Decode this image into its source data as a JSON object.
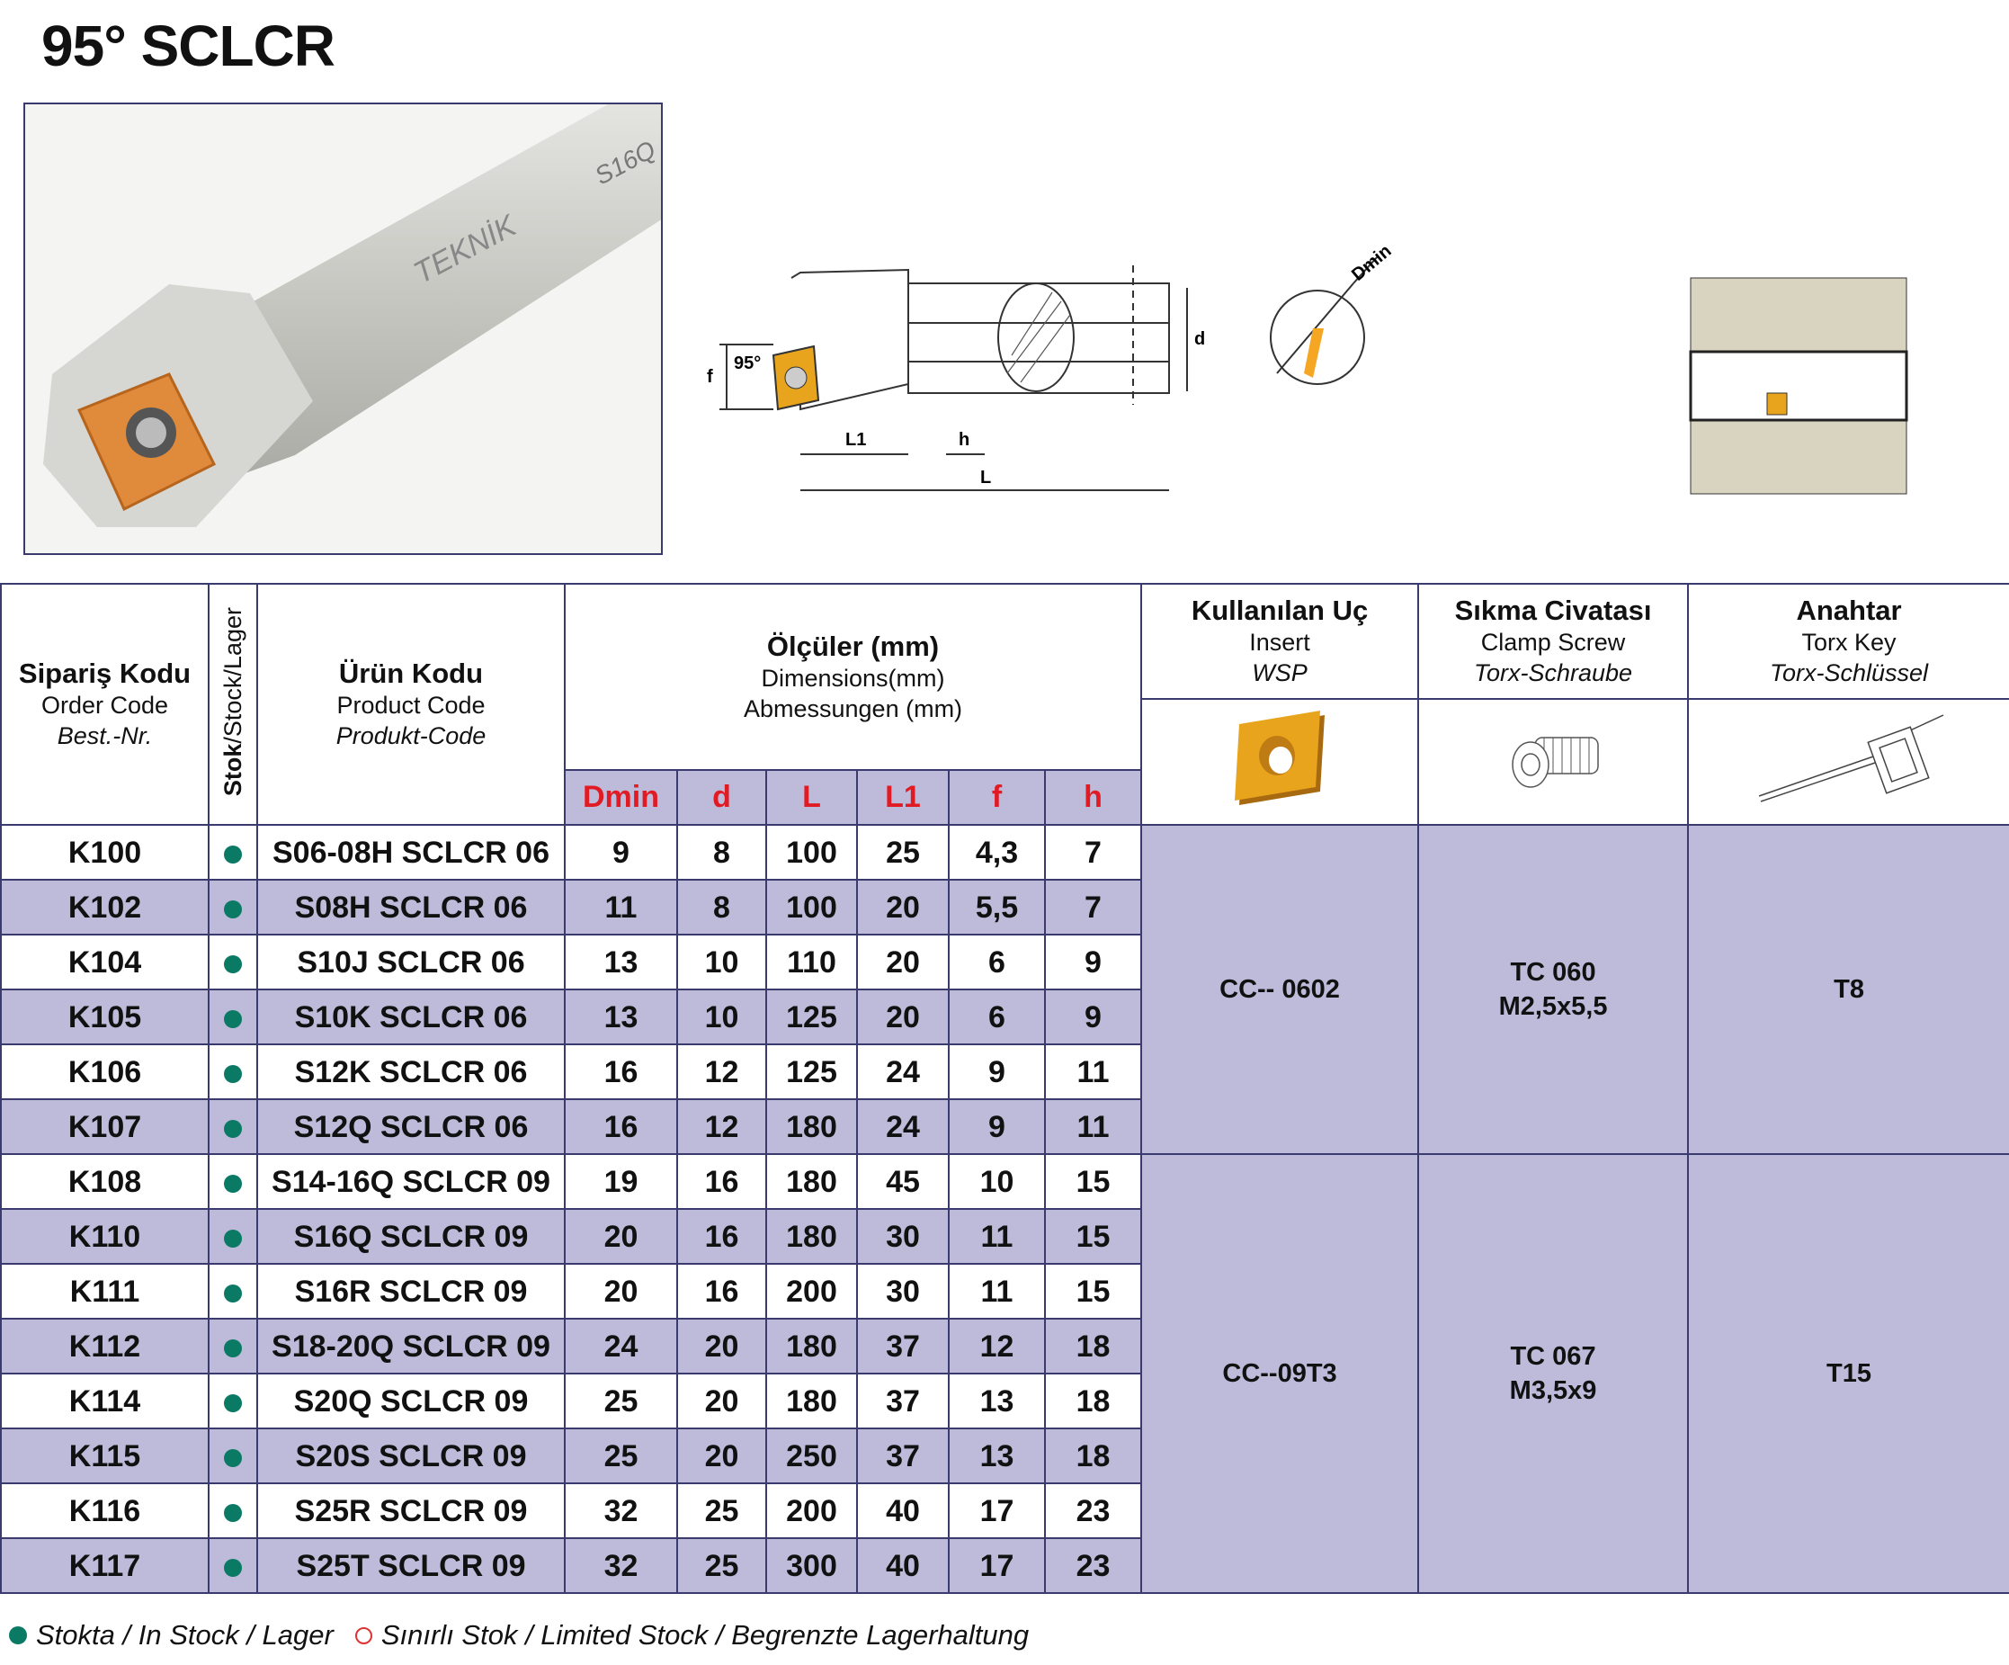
{
  "title": "95° SCLCR",
  "photo": {
    "brand": "TEKNİK",
    "marking": "S16Q"
  },
  "drawing": {
    "angle": "95°",
    "labels": {
      "f": "f",
      "d": "d",
      "L1": "L1",
      "h": "h",
      "L": "L",
      "dmin": "Dmin"
    }
  },
  "header": {
    "order": {
      "tr": "Sipariş Kodu",
      "en": "Order Code",
      "de": "Best.-Nr."
    },
    "stock": {
      "tr": "Stok",
      "rest": "/Stock/Lager"
    },
    "product": {
      "tr": "Ürün Kodu",
      "en": "Product Code",
      "de": "Produkt-Code"
    },
    "dims": {
      "tr": "Ölçüler (mm)",
      "en": "Dimensions(mm)",
      "de": "Abmessungen (mm)",
      "cols": [
        "Dmin",
        "d",
        "L",
        "L1",
        "f",
        "h"
      ]
    },
    "insert": {
      "tr": "Kullanılan Uç",
      "en": "Insert",
      "de": "WSP"
    },
    "screw": {
      "tr": "Sıkma Civatası",
      "en": "Clamp Screw",
      "de": "Torx-Schraube"
    },
    "key": {
      "tr": "Anahtar",
      "en": "Torx Key",
      "de": "Torx-Schlüssel"
    }
  },
  "rows": [
    {
      "order": "K100",
      "product": "S06-08H SCLCR 06",
      "dims": [
        "9",
        "8",
        "100",
        "25",
        "4,3",
        "7"
      ]
    },
    {
      "order": "K102",
      "product": "S08H SCLCR 06",
      "dims": [
        "11",
        "8",
        "100",
        "20",
        "5,5",
        "7"
      ]
    },
    {
      "order": "K104",
      "product": "S10J SCLCR 06",
      "dims": [
        "13",
        "10",
        "110",
        "20",
        "6",
        "9"
      ]
    },
    {
      "order": "K105",
      "product": "S10K SCLCR 06",
      "dims": [
        "13",
        "10",
        "125",
        "20",
        "6",
        "9"
      ]
    },
    {
      "order": "K106",
      "product": "S12K SCLCR 06",
      "dims": [
        "16",
        "12",
        "125",
        "24",
        "9",
        "11"
      ]
    },
    {
      "order": "K107",
      "product": "S12Q SCLCR 06",
      "dims": [
        "16",
        "12",
        "180",
        "24",
        "9",
        "11"
      ]
    },
    {
      "order": "K108",
      "product": "S14-16Q SCLCR 09",
      "dims": [
        "19",
        "16",
        "180",
        "45",
        "10",
        "15"
      ]
    },
    {
      "order": "K110",
      "product": "S16Q SCLCR 09",
      "dims": [
        "20",
        "16",
        "180",
        "30",
        "11",
        "15"
      ]
    },
    {
      "order": "K111",
      "product": "S16R SCLCR 09",
      "dims": [
        "20",
        "16",
        "200",
        "30",
        "11",
        "15"
      ]
    },
    {
      "order": "K112",
      "product": "S18-20Q SCLCR 09",
      "dims": [
        "24",
        "20",
        "180",
        "37",
        "12",
        "18"
      ]
    },
    {
      "order": "K114",
      "product": "S20Q SCLCR 09",
      "dims": [
        "25",
        "20",
        "180",
        "37",
        "13",
        "18"
      ]
    },
    {
      "order": "K115",
      "product": "S20S SCLCR 09",
      "dims": [
        "25",
        "20",
        "250",
        "37",
        "13",
        "18"
      ]
    },
    {
      "order": "K116",
      "product": "S25R SCLCR 09",
      "dims": [
        "32",
        "25",
        "200",
        "40",
        "17",
        "23"
      ]
    },
    {
      "order": "K117",
      "product": "S25T SCLCR 09",
      "dims": [
        "32",
        "25",
        "300",
        "40",
        "17",
        "23"
      ]
    }
  ],
  "groups": [
    {
      "insert": "CC-- 0602",
      "screw1": "TC 060",
      "screw2": "M2,5x5,5",
      "key": "T8"
    },
    {
      "insert": "CC--09T3",
      "screw1": "TC 067",
      "screw2": "M3,5x9",
      "key": "T15"
    }
  ],
  "legend": {
    "in_stock": "Stokta / In Stock / Lager",
    "limited": "Sınırlı Stok / Limited Stock / Begrenzte Lagerhaltung"
  },
  "colors": {
    "row_alt": "#bdbbd9",
    "border": "#3a3a6e",
    "stock_green": "#0b7a64",
    "header_red": "#e01b24",
    "insert_gold": "#e8a41c"
  }
}
